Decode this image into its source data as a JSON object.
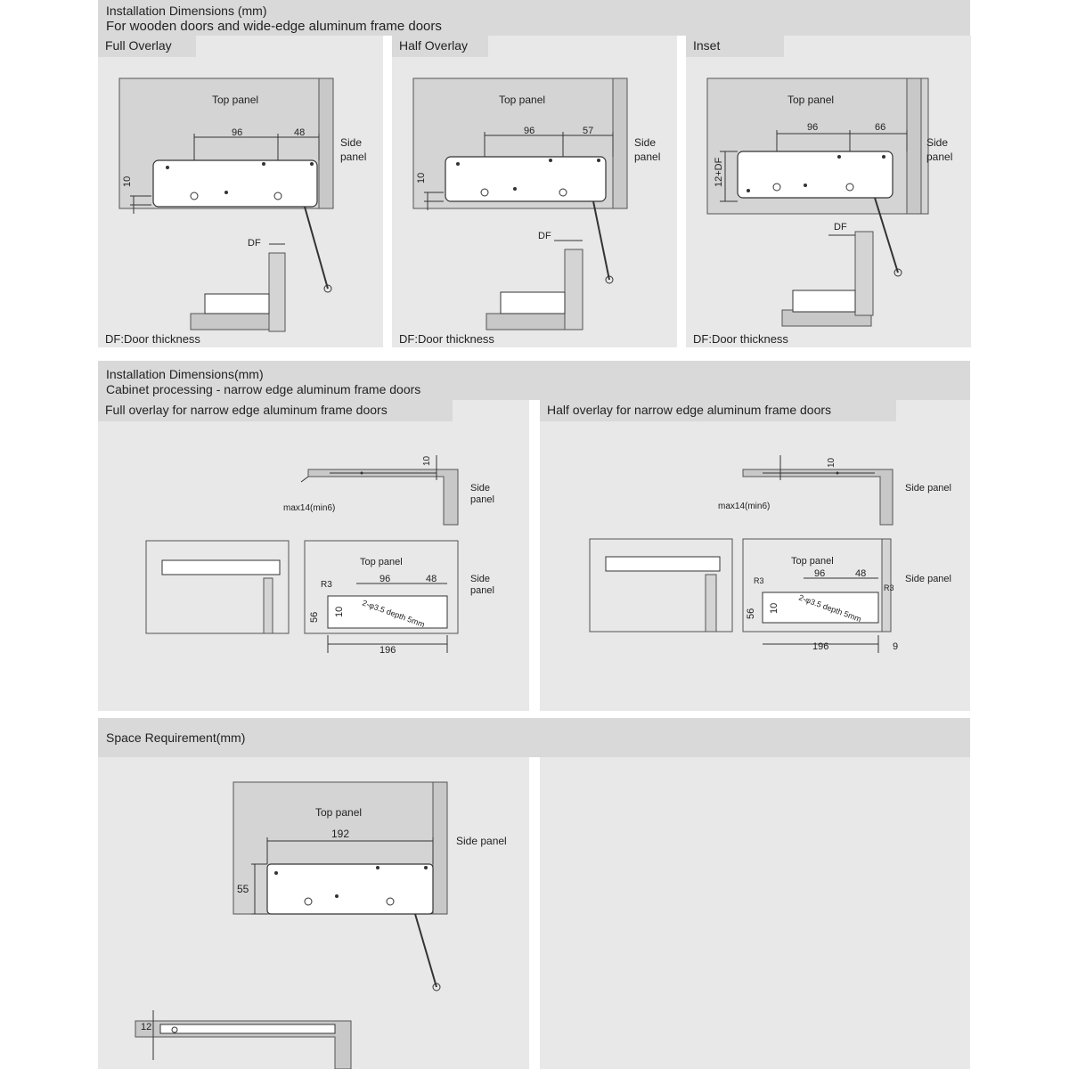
{
  "section1": {
    "title": "Installation Dimensions (mm)",
    "subtitle": "For wooden doors and wide-edge aluminum frame doors",
    "panels": [
      {
        "tab": "Full Overlay",
        "top_panel": "Top panel",
        "side_panel_1": "Side",
        "side_panel_2": "panel",
        "dim_a": "96",
        "dim_b": "48",
        "dim_v": "10",
        "df": "DF",
        "note": "DF:Door thickness"
      },
      {
        "tab": "Half Overlay",
        "top_panel": "Top panel",
        "side_panel_1": "Side",
        "side_panel_2": "panel",
        "dim_a": "96",
        "dim_b": "57",
        "dim_v": "10",
        "df": "DF",
        "note": "DF:Door thickness"
      },
      {
        "tab": "Inset",
        "top_panel": "Top panel",
        "side_panel_1": "Side",
        "side_panel_2": "panel",
        "dim_a": "96",
        "dim_b": "66",
        "dim_v": "12+DF",
        "df": "DF",
        "note": "DF:Door thickness"
      }
    ]
  },
  "section2": {
    "title": "Installation Dimensions(mm)",
    "subtitle": "Cabinet processing - narrow edge aluminum frame doors",
    "left": {
      "tab": "Full overlay for narrow edge aluminum frame doors",
      "side_panel_1": "Side",
      "side_panel_2": "panel",
      "dim_top": "10",
      "max_label": "max14(min6)",
      "top_panel": "Top panel",
      "side_panel_b1": "Side",
      "side_panel_b2": "panel",
      "r3": "R3",
      "dim_a": "96",
      "dim_b": "48",
      "dim_h": "56",
      "dim_v": "10",
      "hole": "2-φ3.5 depth 5mm",
      "dim_w": "196"
    },
    "right": {
      "tab": "Half overlay for narrow edge aluminum frame doors",
      "side_panel": "Side panel",
      "dim_top": "10",
      "max_label": "max14(min6)",
      "top_panel": "Top panel",
      "side_panel_b": "Side panel",
      "r3a": "R3",
      "r3b": "R3",
      "dim_a": "96",
      "dim_b": "48",
      "dim_h": "56",
      "dim_v": "10",
      "hole": "2-φ3.5 depth 5mm",
      "dim_w": "196",
      "dim_offset": "9"
    }
  },
  "section3": {
    "title": "Space Requirement(mm)",
    "top_panel": "Top panel",
    "side_panel": "Side panel",
    "dim_w": "192",
    "dim_h": "55",
    "dim_small": "12"
  }
}
